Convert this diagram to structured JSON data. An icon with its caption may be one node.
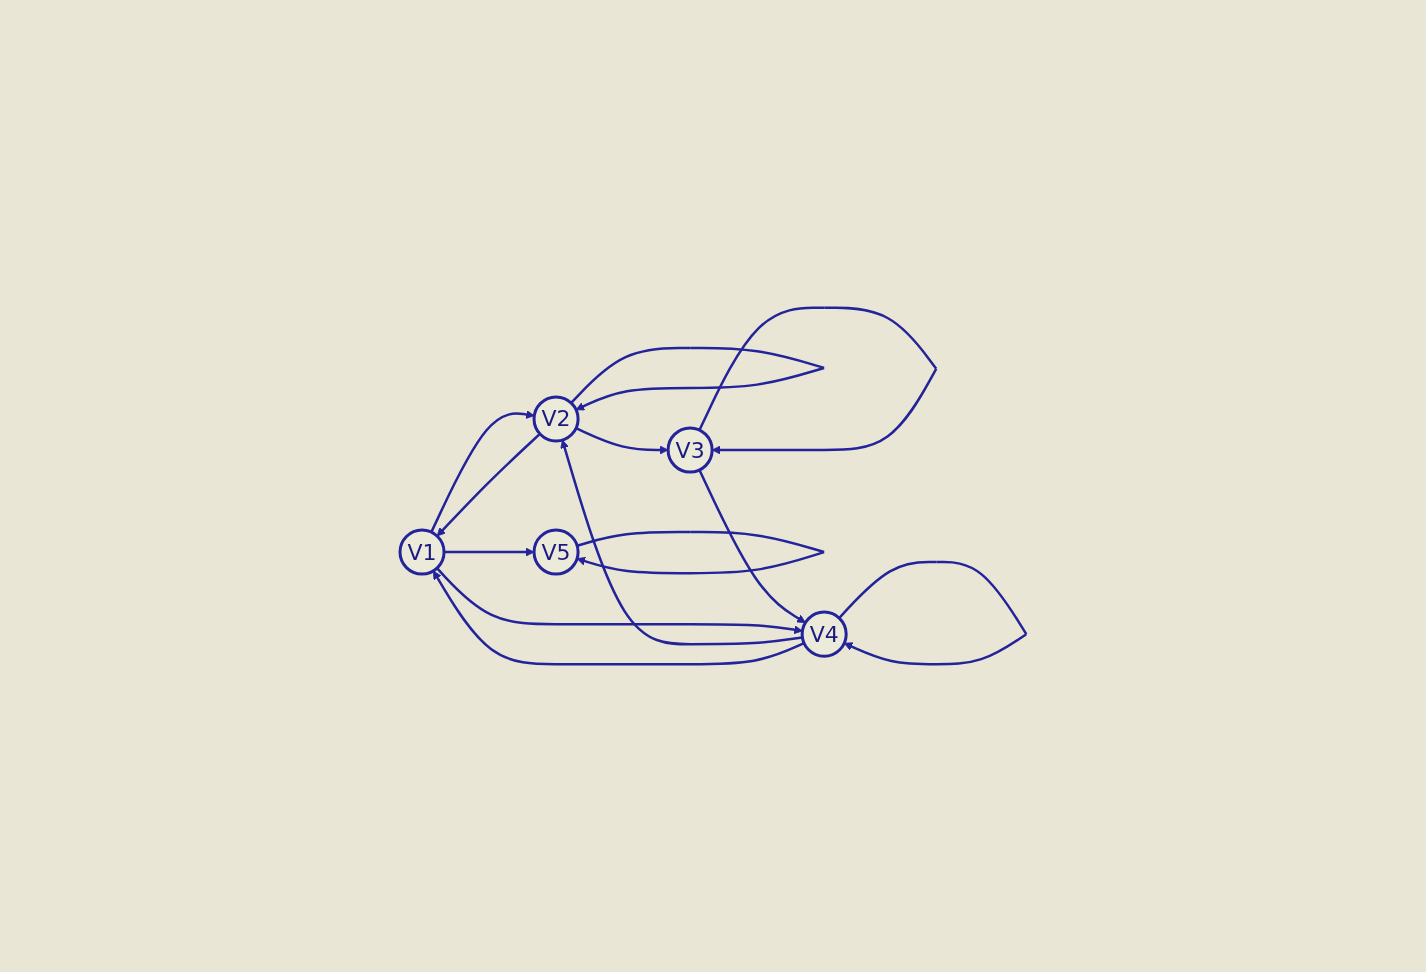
{
  "diagram": {
    "nodes": [
      {
        "text": [
          "V1"
        ]
      },
      {
        "text": [
          "V2"
        ]
      },
      {
        "text": [
          "V3"
        ]
      },
      {
        "text": [
          "V5"
        ]
      },
      {
        "text": [
          "V4"
        ]
      }
    ],
    "edges": [
      {
        "from": 1,
        "to": 0,
        "arrow": "to"
      },
      {
        "from": 0,
        "to": 1,
        "arrow": "to"
      },
      {
        "from": 1,
        "to": 1,
        "arrow": "to"
      },
      {
        "from": 1,
        "to": 2,
        "arrow": "to"
      },
      {
        "from": 2,
        "to": 2,
        "arrow": "to"
      },
      {
        "from": 4,
        "to": 1,
        "arrow": "to"
      },
      {
        "from": 2,
        "to": 4,
        "arrow": "to"
      },
      {
        "from": 0,
        "to": 4,
        "arrow": "to"
      },
      {
        "from": 4,
        "to": 0,
        "arrow": "to"
      },
      {
        "from": 0,
        "to": 3,
        "arrow": "to"
      },
      {
        "from": 3,
        "to": 3,
        "arrow": "to"
      },
      {
        "from": 4,
        "to": 4,
        "arrow": "to"
      }
    ]
  }
}
